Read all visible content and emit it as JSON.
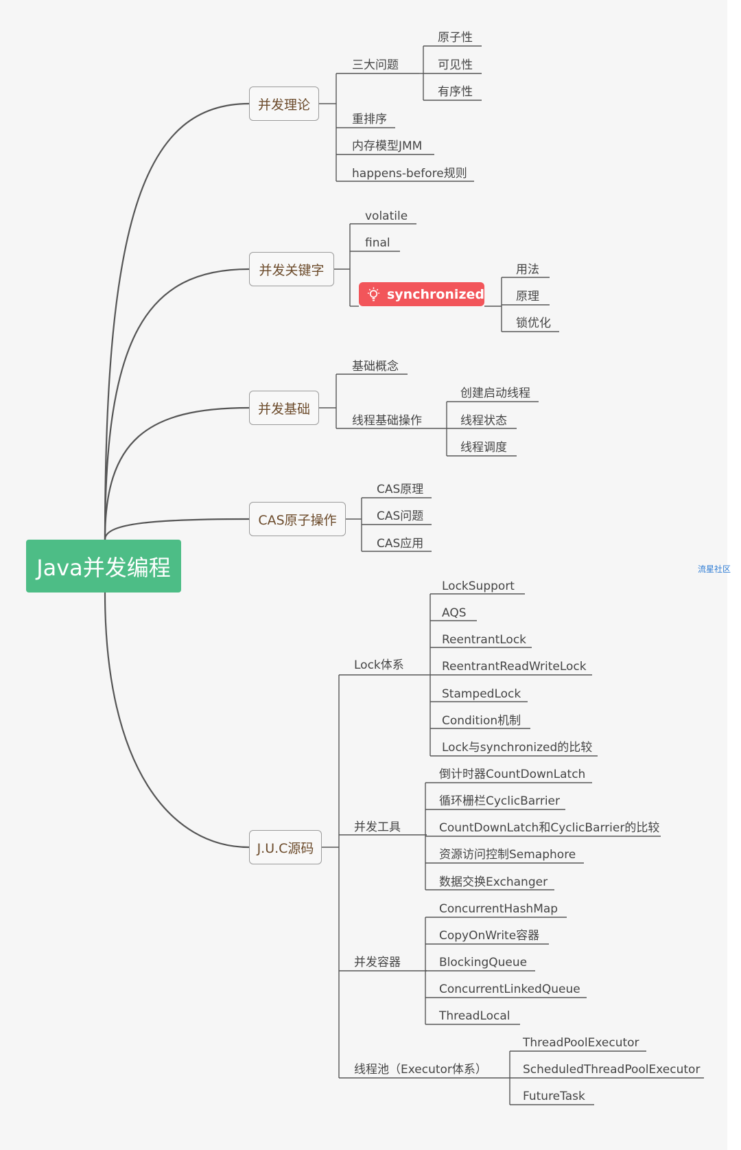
{
  "colors": {
    "root": "#4dbd86",
    "highlight": "#f2555a",
    "wire": "#555555",
    "watermark": "#2c7bd4"
  },
  "root": "Java并发编程",
  "watermark": "流星社区",
  "branches": [
    {
      "label": "并发理论",
      "children": [
        {
          "label": "三大问题",
          "children": [
            {
              "label": "原子性"
            },
            {
              "label": "可见性"
            },
            {
              "label": "有序性"
            }
          ]
        },
        {
          "label": "重排序"
        },
        {
          "label": "内存模型JMM"
        },
        {
          "label": "happens-before规则"
        }
      ]
    },
    {
      "label": "并发关键字",
      "children": [
        {
          "label": "volatile"
        },
        {
          "label": "final"
        },
        {
          "label": "synchronized",
          "highlight": true,
          "icon": "lightbulb-icon",
          "children": [
            {
              "label": "用法"
            },
            {
              "label": "原理"
            },
            {
              "label": "锁优化"
            }
          ]
        }
      ]
    },
    {
      "label": "并发基础",
      "children": [
        {
          "label": "基础概念"
        },
        {
          "label": "线程基础操作",
          "children": [
            {
              "label": "创建启动线程"
            },
            {
              "label": "线程状态"
            },
            {
              "label": "线程调度"
            }
          ]
        }
      ]
    },
    {
      "label": "CAS原子操作",
      "children": [
        {
          "label": "CAS原理"
        },
        {
          "label": "CAS问题"
        },
        {
          "label": "CAS应用"
        }
      ]
    },
    {
      "label": "J.U.C源码",
      "children": [
        {
          "label": "Lock体系",
          "children": [
            {
              "label": "LockSupport"
            },
            {
              "label": "AQS"
            },
            {
              "label": "ReentrantLock"
            },
            {
              "label": "ReentrantReadWriteLock"
            },
            {
              "label": "StampedLock"
            },
            {
              "label": "Condition机制"
            },
            {
              "label": "Lock与synchronized的比较"
            }
          ]
        },
        {
          "label": "并发工具",
          "children": [
            {
              "label": "倒计时器CountDownLatch"
            },
            {
              "label": "循环栅栏CyclicBarrier"
            },
            {
              "label": "CountDownLatch和CyclicBarrier的比较"
            },
            {
              "label": "资源访问控制Semaphore"
            },
            {
              "label": "数据交换Exchanger"
            }
          ]
        },
        {
          "label": "并发容器",
          "children": [
            {
              "label": "ConcurrentHashMap"
            },
            {
              "label": "CopyOnWrite容器"
            },
            {
              "label": "BlockingQueue"
            },
            {
              "label": "ConcurrentLinkedQueue"
            },
            {
              "label": "ThreadLocal"
            }
          ]
        },
        {
          "label": "线程池（Executor体系）",
          "children": [
            {
              "label": "ThreadPoolExecutor"
            },
            {
              "label": "ScheduledThreadPoolExecutor"
            },
            {
              "label": "FutureTask"
            }
          ]
        }
      ]
    }
  ]
}
